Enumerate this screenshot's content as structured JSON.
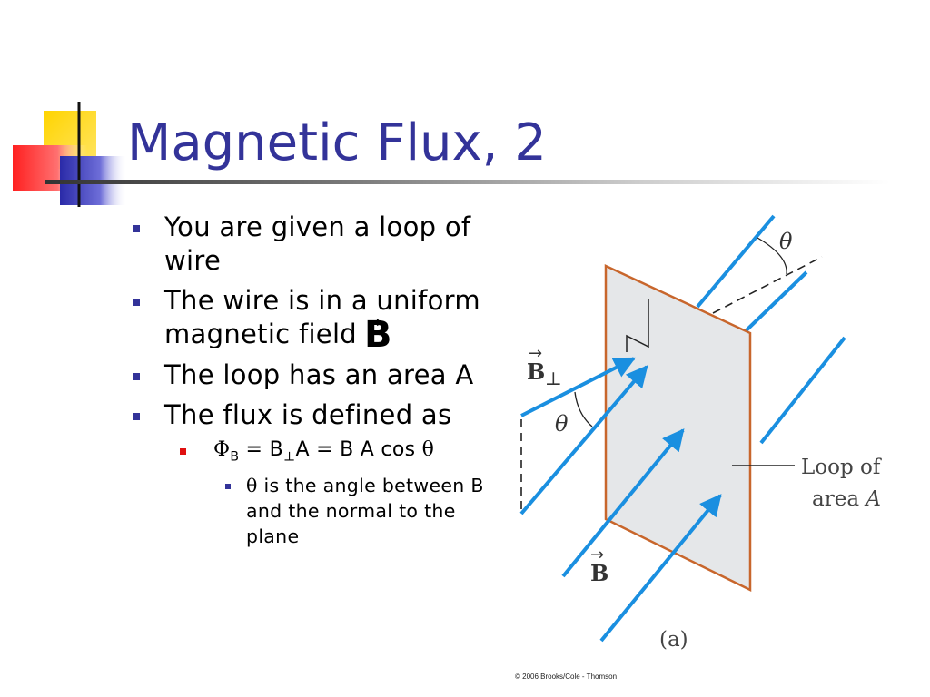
{
  "slide": {
    "title": "Magnetic Flux, 2",
    "bullets": {
      "b1": "You are given a loop of wire",
      "b2_text": "The wire is in a uniform magnetic field",
      "b2_symbol": "B",
      "b2_arrow": "→",
      "b3": "The loop has an area A",
      "b4": "The flux is defined as"
    },
    "formula": {
      "phi": "Φ",
      "phi_sub": "B",
      "eq1": " = B",
      "perp": "⊥",
      "eq2": "A = B A cos ",
      "theta": "θ"
    },
    "note": {
      "theta": "θ",
      "text": " is the angle between B and the normal to the plane"
    }
  },
  "figure": {
    "theta_top": "θ",
    "theta_left": "θ",
    "b_perp_label": "B",
    "b_perp_sub": "⊥",
    "b_label": "B",
    "vector_arrow": "→",
    "loop_label_line1": "Loop of",
    "loop_label_line2_text": "area ",
    "loop_label_line2_var": "A",
    "caption": "(a)"
  },
  "colors": {
    "title": "#333399",
    "field_lines": "#1a8fe0",
    "loop_border": "#c8662c",
    "loop_fill": "#e5e7e9"
  },
  "credit": "© 2006 Brooks/Cole - Thomson"
}
